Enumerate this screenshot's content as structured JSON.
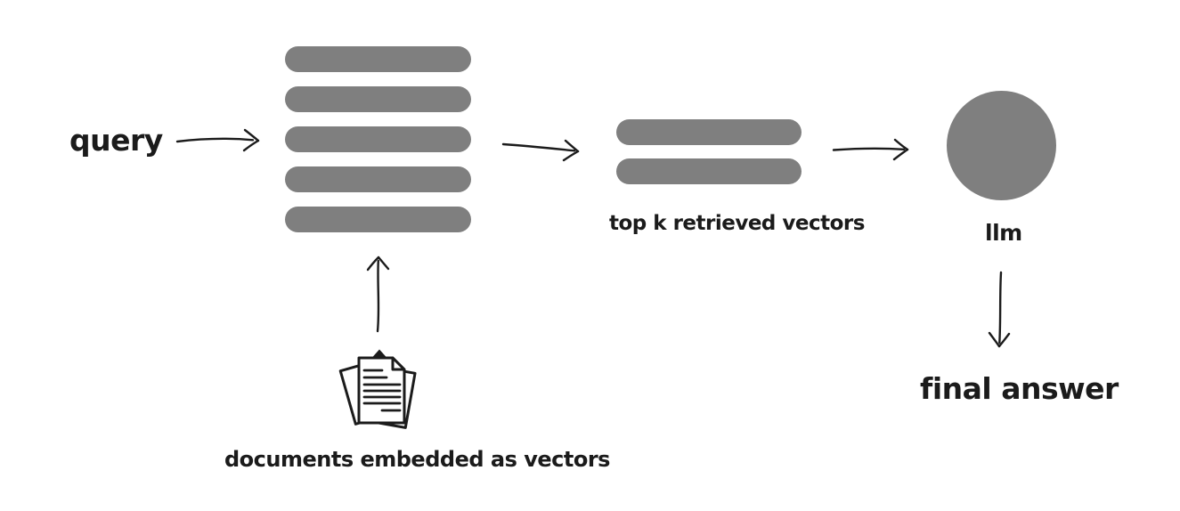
{
  "diagram": {
    "title_implied": "retrieval augmented generation flow",
    "background": "#ffffff",
    "ink_color": "#1b1b1b",
    "shape_color": "#7f7f7f",
    "nodes": {
      "query": {
        "label": "query"
      },
      "vector_db": {
        "bar_count": 5,
        "shape": "rounded-bar-stack"
      },
      "top_k": {
        "bar_count": 2,
        "label": "top k retrieved vectors",
        "shape": "rounded-bar-stack"
      },
      "llm": {
        "label": "llm",
        "shape": "circle"
      },
      "final_answer": {
        "label": "final answer"
      },
      "documents": {
        "label": "documents embedded as vectors",
        "icon": "documents-icon"
      }
    },
    "edges": [
      {
        "from": "query",
        "to": "vector_db",
        "direction": "right"
      },
      {
        "from": "vector_db",
        "to": "top_k",
        "direction": "right"
      },
      {
        "from": "top_k",
        "to": "llm",
        "direction": "right"
      },
      {
        "from": "llm",
        "to": "final_answer",
        "direction": "down"
      },
      {
        "from": "documents",
        "to": "vector_db",
        "direction": "up"
      }
    ]
  }
}
